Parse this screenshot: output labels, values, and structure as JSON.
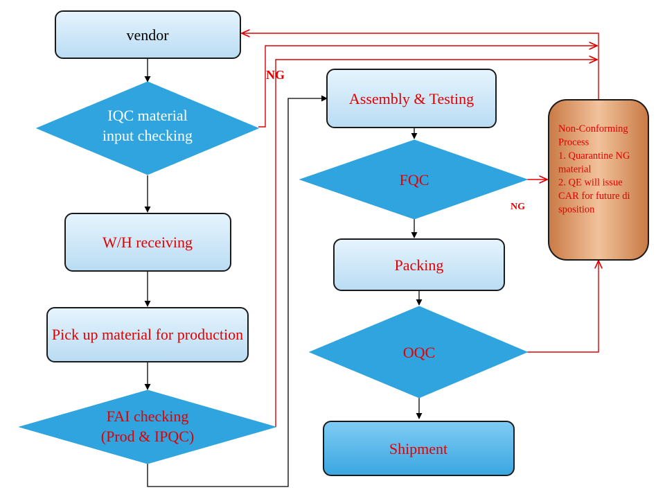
{
  "nodes": {
    "vendor": {
      "lines": [
        "vendor"
      ],
      "color": "#000000"
    },
    "iqc": {
      "lines": [
        "IQC material",
        "input checking"
      ],
      "color": "#ffffff"
    },
    "wh": {
      "lines": [
        "W/H receiving"
      ],
      "color": "#e00000"
    },
    "pickup": {
      "lines": [
        "Pick up material  for production"
      ],
      "color": "#e00000"
    },
    "fai": {
      "lines": [
        "FAI checking",
        "(Prod & IPQC)"
      ],
      "color": "#e00000"
    },
    "assembly": {
      "lines": [
        "Assembly  & Testing"
      ],
      "color": "#e00000"
    },
    "fqc": {
      "lines": [
        "FQC"
      ],
      "color": "#e00000"
    },
    "packing": {
      "lines": [
        "Packing"
      ],
      "color": "#e00000"
    },
    "oqc": {
      "lines": [
        "OQC"
      ],
      "color": "#e00000"
    },
    "shipment": {
      "lines": [
        "Shipment"
      ],
      "color": "#e00000"
    },
    "ncp": {
      "lines": [
        "Non-Conforming",
        "Process",
        "1. Quarantine  NG",
        "material",
        "2. QE will  issue",
        "CAR for future  di",
        "sposition"
      ],
      "color": "#e00000"
    }
  },
  "labels": {
    "ng_iqc": "NG",
    "ng_fqc": "NG"
  },
  "colors": {
    "box_fill": "#cfe8f8",
    "diamond_fill": "#2fa4de",
    "ncp_fill": "#e3a47a",
    "red_line": "#e00000",
    "black_line": "#000000"
  }
}
